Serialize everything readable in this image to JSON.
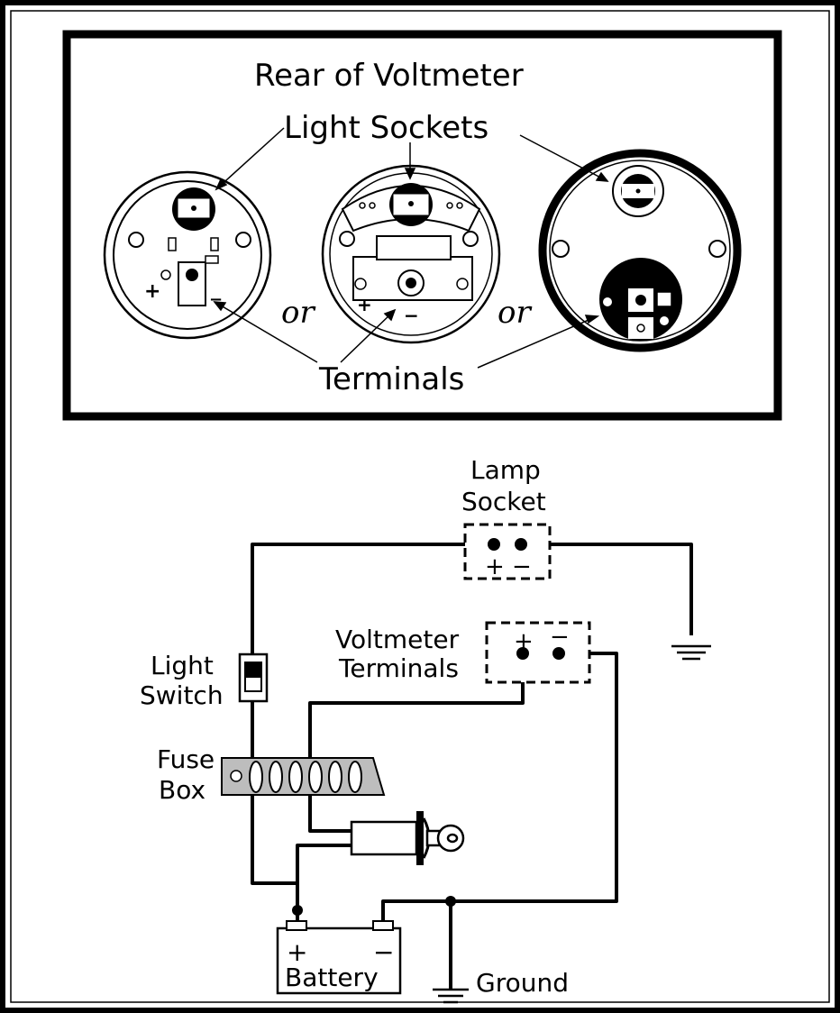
{
  "top_panel": {
    "title": "Rear of Voltmeter",
    "light_sockets_label": "Light Sockets",
    "terminals_label": "Terminals",
    "or_label_1": "or",
    "or_label_2": "or"
  },
  "circuit": {
    "lamp_socket_line1": "Lamp",
    "lamp_socket_line2": "Socket",
    "lamp_plus": "+",
    "lamp_minus": "−",
    "voltmeter_terminals_line1": "Voltmeter",
    "voltmeter_terminals_line2": "Terminals",
    "volt_plus": "+",
    "volt_minus": "−",
    "light_switch_line1": "Light",
    "light_switch_line2": "Switch",
    "fuse_box_line1": "Fuse",
    "fuse_box_line2": "Box",
    "battery_label": "Battery",
    "battery_plus": "+",
    "battery_minus": "−",
    "ground_label": "Ground"
  },
  "colors": {
    "ink": "#000000",
    "paper": "#ffffff",
    "fuse_fill": "#bdbdbd"
  }
}
